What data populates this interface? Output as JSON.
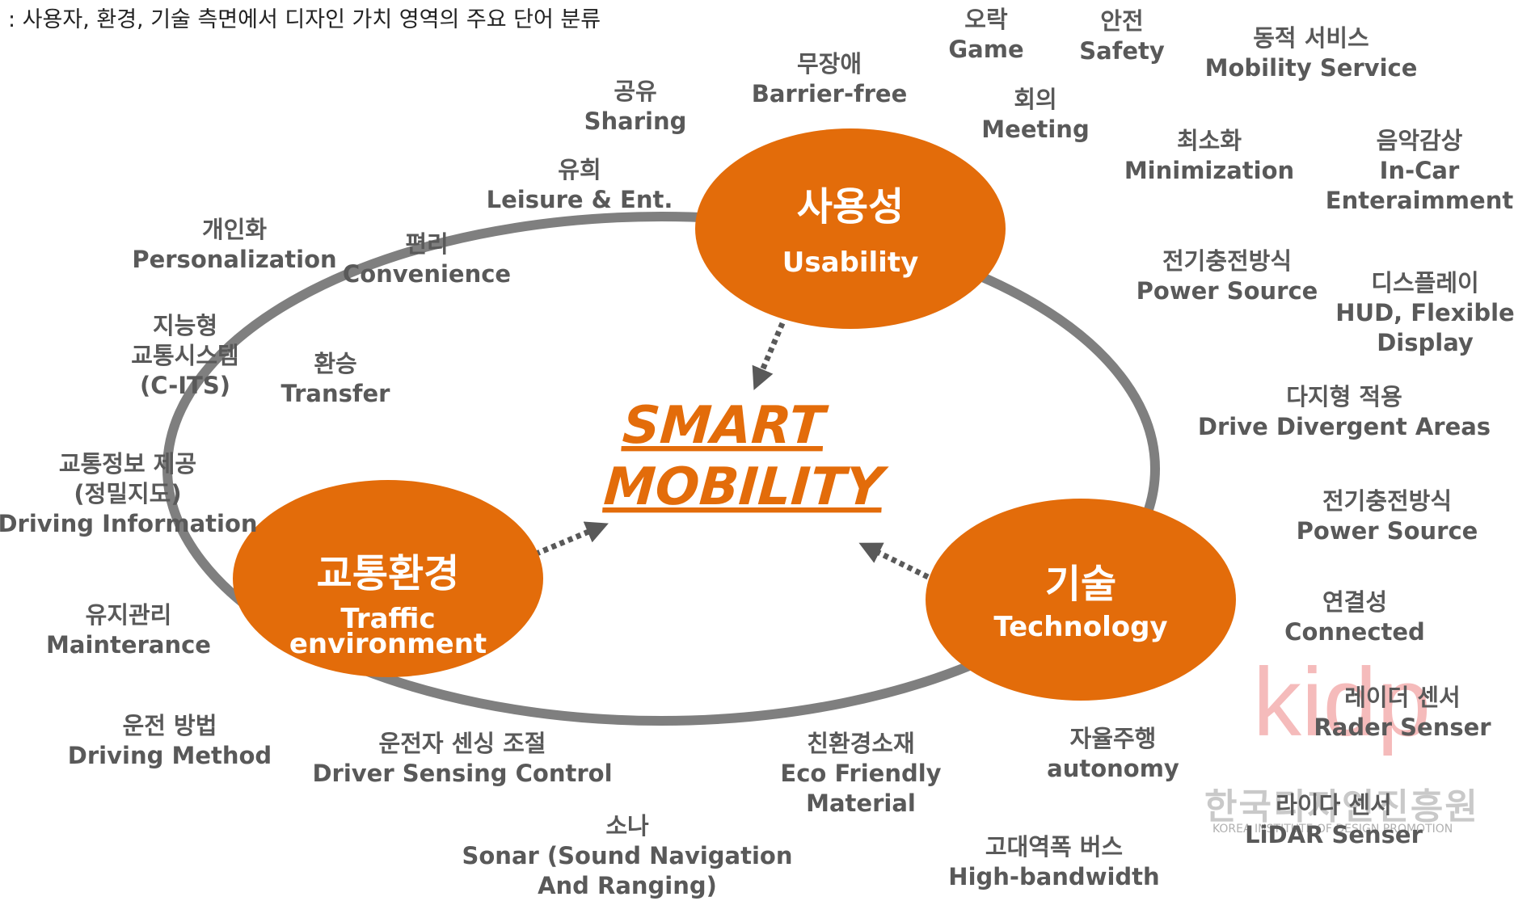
{
  "caption": ": 사용자, 환경, 기술 측면에서 디자인 가치 영역의 주요 단어 분류",
  "center": {
    "line1": "SMART",
    "line2": "MOBILITY"
  },
  "colors": {
    "accent": "#e36c0a",
    "ring": "#7f7f7f",
    "text": "#595959"
  },
  "hubs": {
    "usability": {
      "ko": "사용성",
      "en": "Usability"
    },
    "traffic": {
      "ko": "교통환경",
      "en1": "Traffic",
      "en2": "environment"
    },
    "technology": {
      "ko": "기술",
      "en": "Technology"
    }
  },
  "terms": {
    "game": {
      "ko": "오락",
      "en": "Game"
    },
    "safety": {
      "ko": "안전",
      "en": "Safety"
    },
    "mobility_service": {
      "ko": "동적 서비스",
      "en": "Mobility Service"
    },
    "barrier_free": {
      "ko": "무장애",
      "en": "Barrier-free"
    },
    "sharing": {
      "ko": "공유",
      "en": "Sharing"
    },
    "meeting": {
      "ko": "회의",
      "en": "Meeting"
    },
    "minimization": {
      "ko": "최소화",
      "en": "Minimization"
    },
    "in_car": {
      "ko": "음악감상",
      "en": "In-Car",
      "en2": "Enteraimment"
    },
    "leisure": {
      "ko": "유희",
      "en": "Leisure & Ent."
    },
    "personalization": {
      "ko": "개인화",
      "en": "Personalization"
    },
    "convenience": {
      "ko": "편리",
      "en": "Convenience"
    },
    "power_source_1": {
      "ko": "전기충전방식",
      "en": "Power Source"
    },
    "display": {
      "ko": "디스플레이",
      "en": "HUD, Flexible",
      "en2": "Display"
    },
    "c_its": {
      "ko": "지능형",
      "ko2": "교통시스템",
      "en": "(C-ITS)"
    },
    "transfer": {
      "ko": "환승",
      "en": "Transfer"
    },
    "divergent": {
      "ko": "다지형 적용",
      "en": "Drive Divergent Areas"
    },
    "driving_info": {
      "ko": "교통정보 제공",
      "ko2": "(정밀지도)",
      "en": "Driving Information"
    },
    "power_source_2": {
      "ko": "전기충전방식",
      "en": "Power Source"
    },
    "maintenance": {
      "ko": "유지관리",
      "en": "Mainterance"
    },
    "connected": {
      "ko": "연결성",
      "en": "Connected"
    },
    "radar": {
      "ko": "레이더 센서",
      "en": "Rader Senser"
    },
    "driving_method": {
      "ko": "운전 방법",
      "en": "Driving Method"
    },
    "driver_sensing": {
      "ko": "운전자 센싱 조절",
      "en": "Driver Sensing Control"
    },
    "eco_material": {
      "ko": "친환경소재",
      "en": "Eco Friendly",
      "en2": "Material"
    },
    "autonomy": {
      "ko": "자율주행",
      "en": "autonomy"
    },
    "lidar": {
      "ko": "라이다 센서",
      "en": "LiDAR Senser"
    },
    "sonar": {
      "ko": "소나",
      "en": "Sonar (Sound Navigation",
      "en2": "And Ranging)"
    },
    "high_bandwidth": {
      "ko": "고대역폭 버스",
      "en": "High-bandwidth"
    }
  },
  "watermark": {
    "logo": "kidp",
    "ko": "한국디자인진흥원",
    "en": "KOREA INSTITUTE OF DESIGN PROMOTION"
  }
}
